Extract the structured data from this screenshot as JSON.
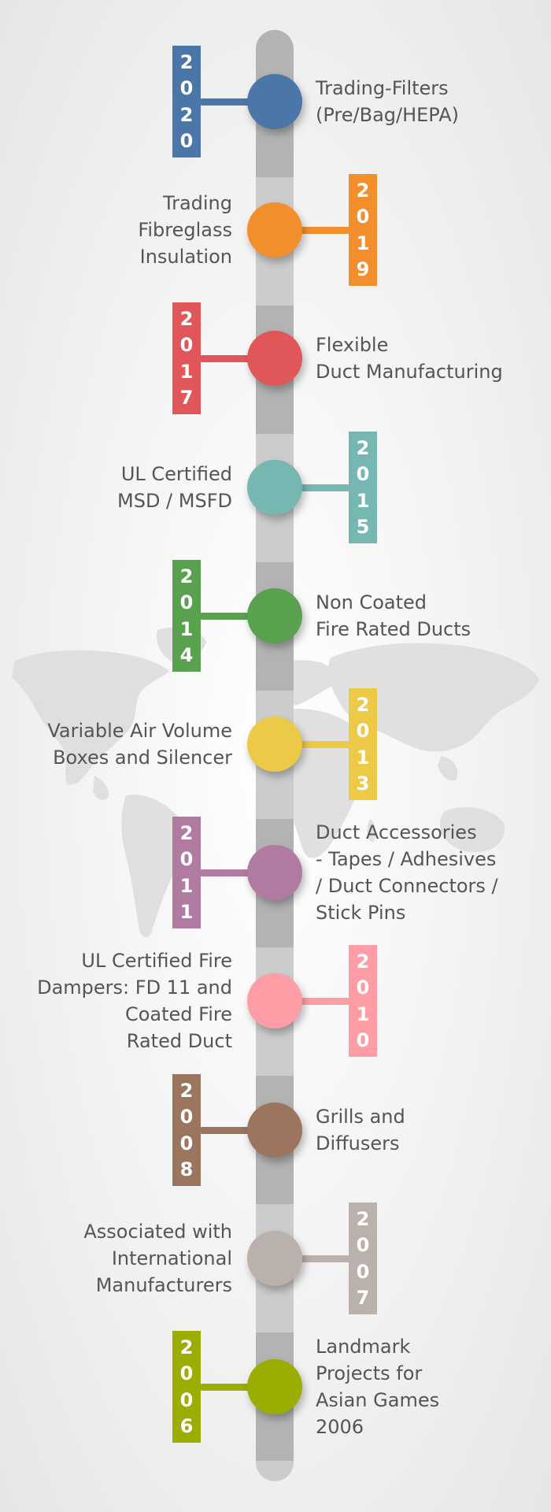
{
  "timeline": {
    "colors": {
      "stem_dark": "#b3b3b3",
      "stem_light": "#cccccc",
      "label_text": "#555555",
      "map": "#d9d9d9"
    },
    "events": [
      {
        "year": "2020",
        "color": "#4a76a8",
        "side": "right",
        "label_lines": [
          "Trading-Filters",
          "(Pre/Bag/HEPA)"
        ]
      },
      {
        "year": "2019",
        "color": "#f28e2b",
        "side": "left",
        "label_lines": [
          "Trading",
          "Fibreglass",
          "Insulation"
        ]
      },
      {
        "year": "2017",
        "color": "#e15759",
        "side": "right",
        "label_lines": [
          "Flexible",
          "Duct Manufacturing"
        ]
      },
      {
        "year": "2015",
        "color": "#76b7b2",
        "side": "left",
        "label_lines": [
          "UL Certified",
          "MSD / MSFD"
        ]
      },
      {
        "year": "2014",
        "color": "#59a14f",
        "side": "right",
        "label_lines": [
          "Non Coated",
          "Fire Rated Ducts"
        ]
      },
      {
        "year": "2013",
        "color": "#edc948",
        "side": "left",
        "label_lines": [
          "Variable Air Volume",
          "Boxes and Silencer"
        ]
      },
      {
        "year": "2011",
        "color": "#b07aa1",
        "side": "right",
        "label_lines": [
          "Duct Accessories",
          "- Tapes / Adhesives",
          "/ Duct Connectors /",
          "Stick Pins"
        ]
      },
      {
        "year": "2010",
        "color": "#ff9da7",
        "side": "left",
        "label_lines": [
          "UL Certified Fire",
          "Dampers: FD 11 and",
          "Coated Fire",
          "Rated Duct"
        ]
      },
      {
        "year": "2008",
        "color": "#9c755f",
        "side": "right",
        "label_lines": [
          "Grills and",
          "Diffusers"
        ]
      },
      {
        "year": "2007",
        "color": "#bab0ac",
        "side": "left",
        "label_lines": [
          "Associated with",
          "International",
          "Manufacturers"
        ]
      },
      {
        "year": "2006",
        "color": "#9aad00",
        "side": "right",
        "label_lines": [
          "Landmark",
          "Projects for",
          "Asian Games",
          "2006"
        ]
      }
    ]
  }
}
